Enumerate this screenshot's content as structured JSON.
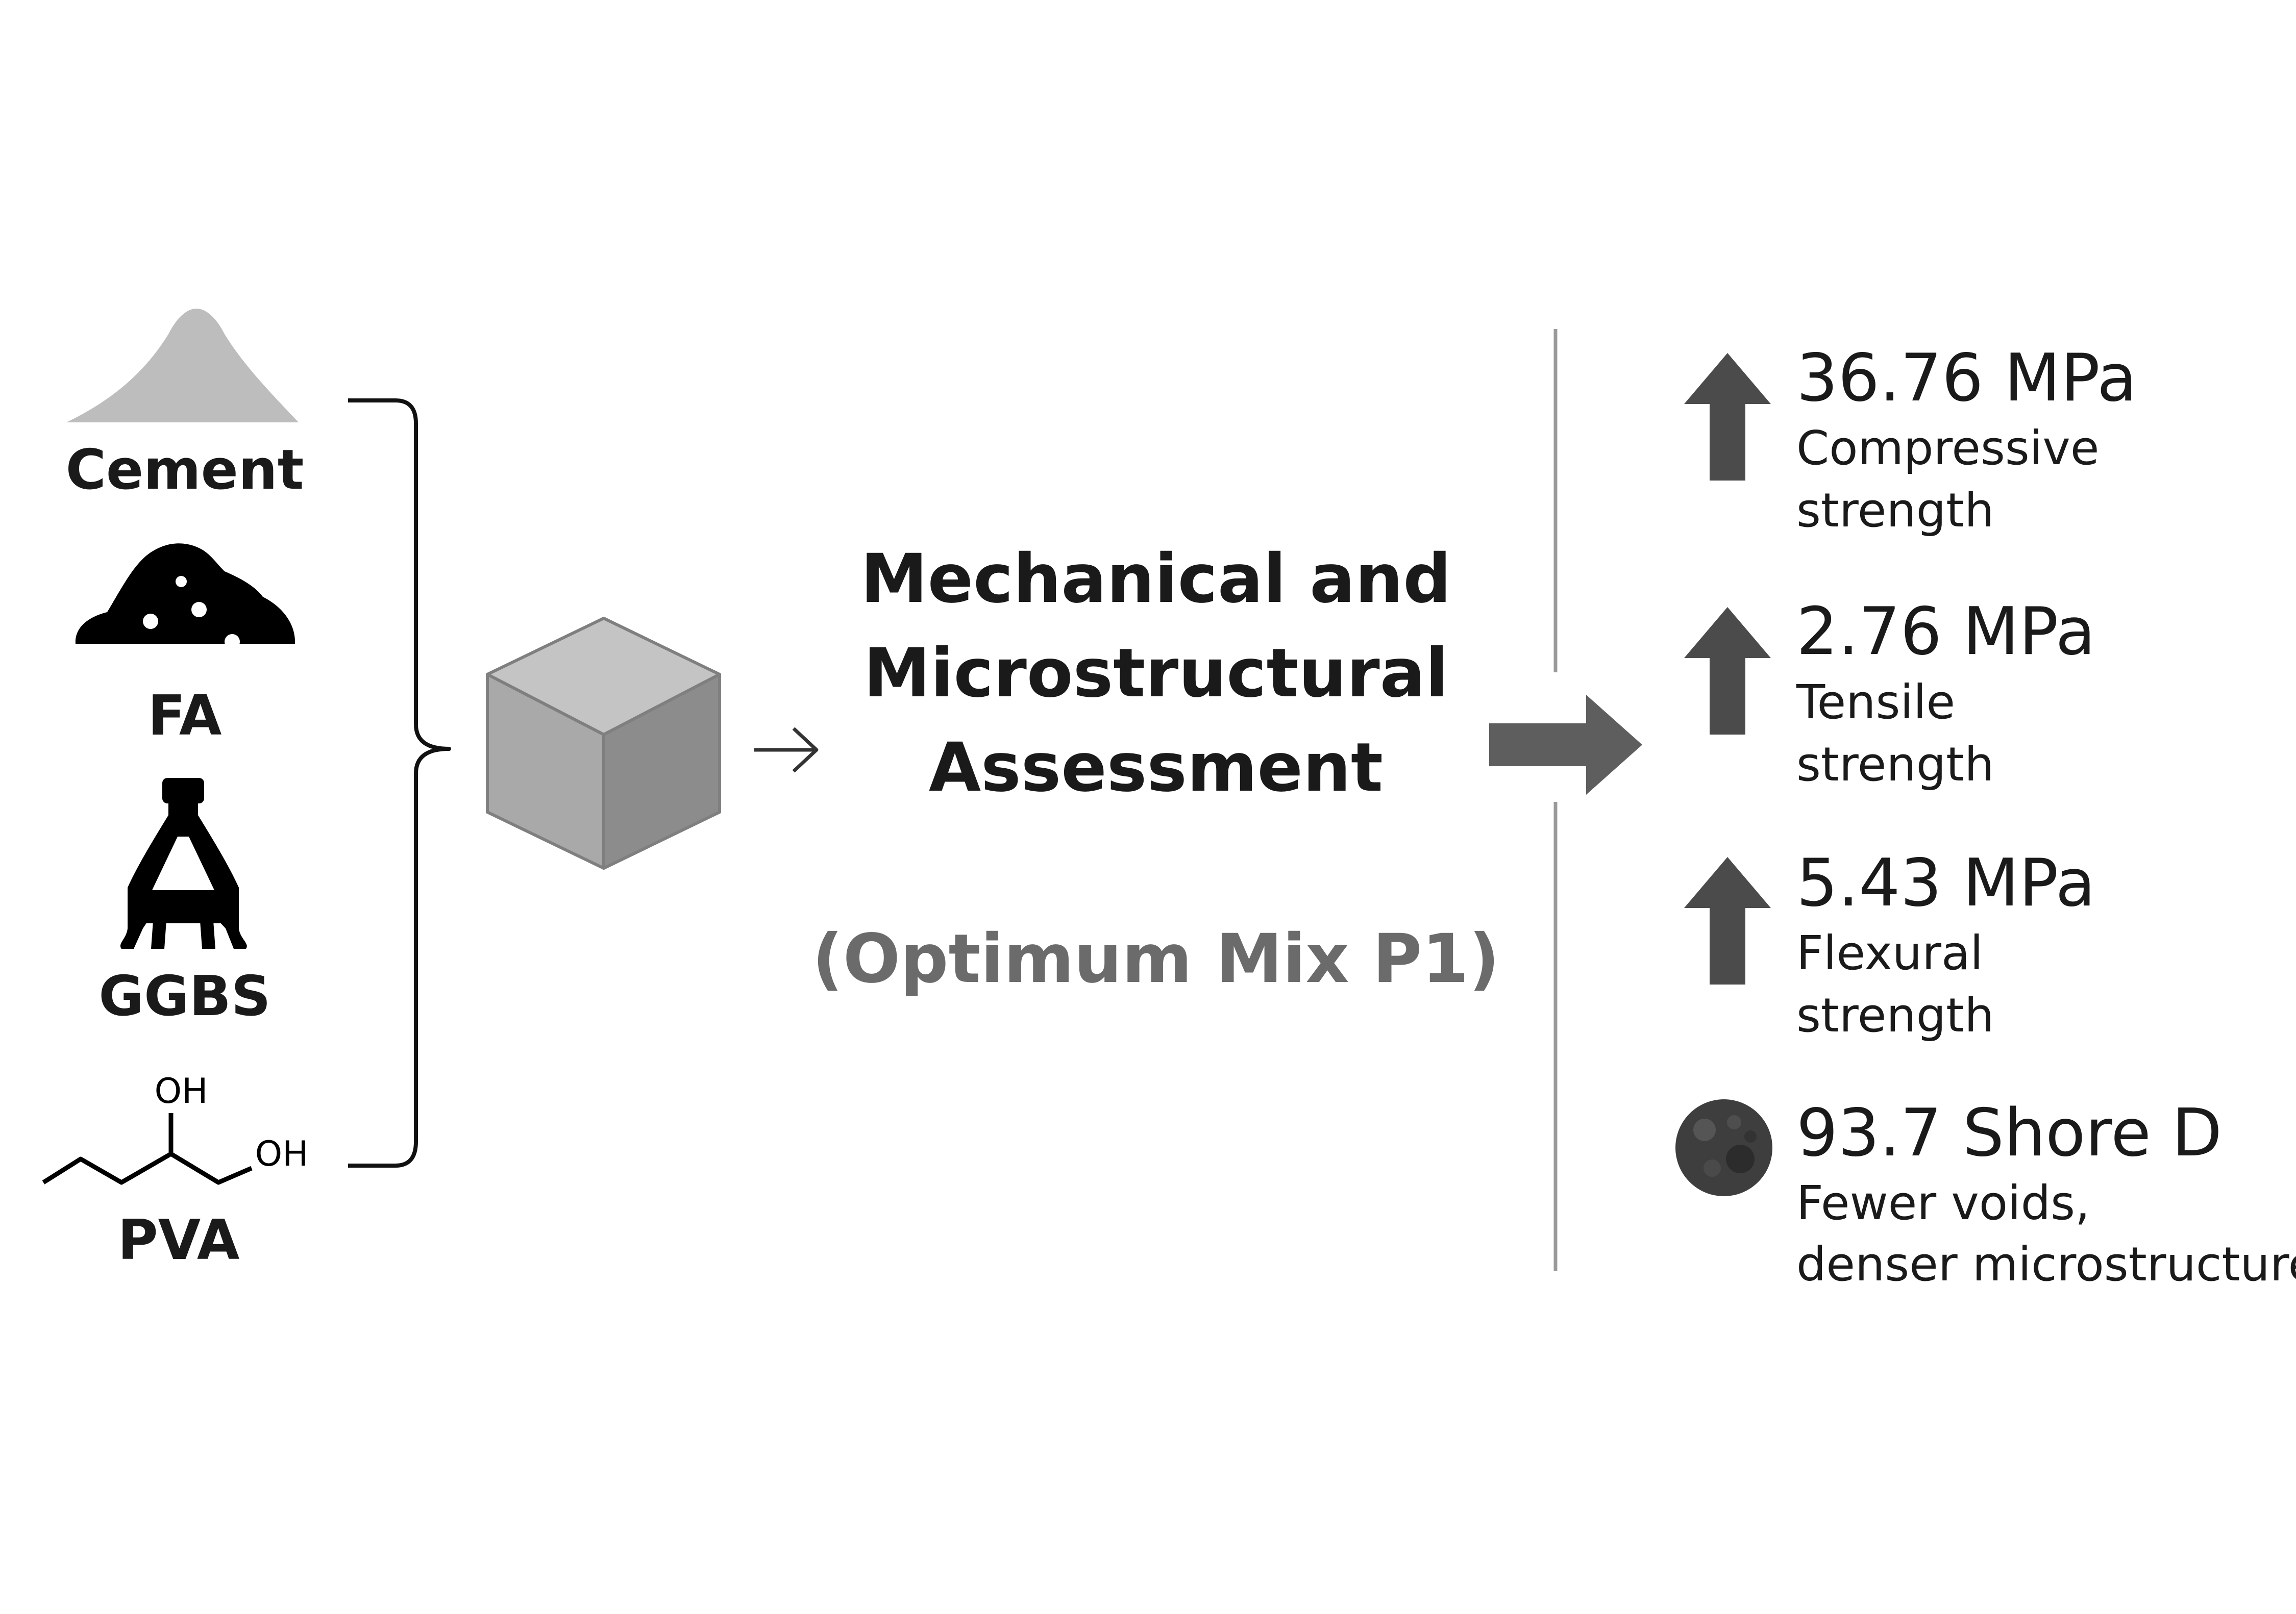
{
  "materials": [
    {
      "label": "Cement",
      "icon": "cement-pile-icon"
    },
    {
      "label": "FA",
      "icon": "fly-ash-pile-icon"
    },
    {
      "label": "GGBS",
      "icon": "ggbs-bottle-icon"
    },
    {
      "label": "PVA",
      "icon": "pva-molecule-icon"
    }
  ],
  "pva_structure": {
    "oh_top": "OH",
    "oh_right": "OH"
  },
  "assessment": {
    "title_line1": "Mechanical and",
    "title_line2": "Microstructural",
    "title_line3": "Assessment",
    "mix_label": "(Optimum Mix P1)"
  },
  "results": [
    {
      "value": "36.76 MPa",
      "desc_line1": "Compressive",
      "desc_line2": "strength",
      "icon": "up-arrow-icon"
    },
    {
      "value": "2.76 MPa",
      "desc_line1": "Tensile",
      "desc_line2": "strength",
      "icon": "up-arrow-icon"
    },
    {
      "value": "5.43 MPa",
      "desc_line1": "Flexural",
      "desc_line2": "strength",
      "icon": "up-arrow-icon"
    },
    {
      "value": "93.7 Shore D",
      "desc_line1": "Fewer voids,",
      "desc_line2": "denser microstructure",
      "icon": "microstructure-sample-icon"
    }
  ],
  "colors": {
    "cement_gray": "#bdbdbd",
    "dark_icon": "#000000",
    "cube_front": "#a9a9a9",
    "cube_top": "#c4c4c4",
    "cube_side": "#8c8c8c",
    "arrow_gray": "#5e5e5e",
    "up_arrow": "#4b4b4b",
    "divider": "#9a9a9a",
    "mix_text": "#6b6b6b",
    "text": "#1a1a1a"
  }
}
